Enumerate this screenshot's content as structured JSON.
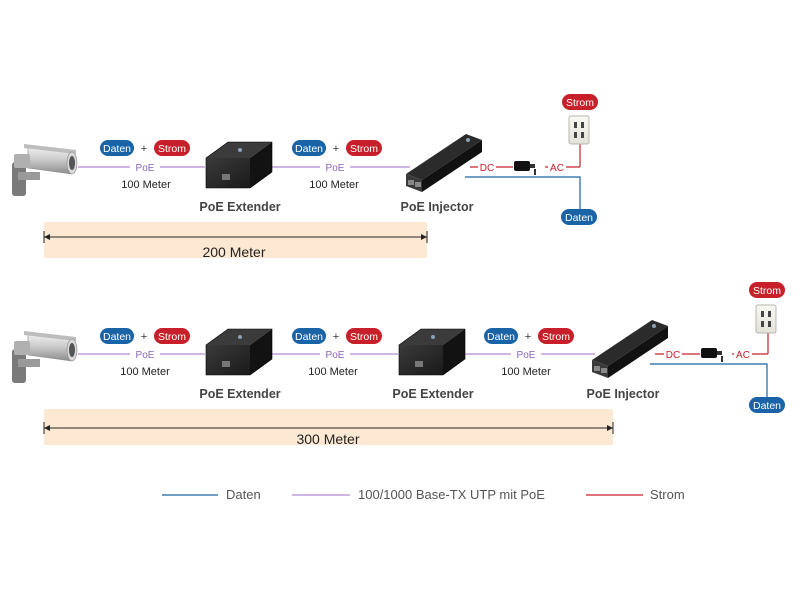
{
  "colors": {
    "data": "#1a63a6",
    "power": "#c8202a",
    "poe": "#b48ad0",
    "bar": "#fde9d3"
  },
  "labels": {
    "daten": "Daten",
    "strom": "Strom",
    "plus": "+",
    "poe": "PoE",
    "meter100": "100 Meter",
    "extender": "PoE Extender",
    "injector": "PoE Injector",
    "dc": "DC",
    "ac": "AC"
  },
  "diagram1": {
    "distance": "200 Meter"
  },
  "diagram2": {
    "distance": "300 Meter"
  },
  "legend": [
    {
      "label": "Daten",
      "color": "#1a63a6"
    },
    {
      "label": "100/1000 Base-TX UTP mit PoE",
      "color": "#b48ad0"
    },
    {
      "label": "Strom",
      "color": "#c8202a"
    }
  ],
  "icons": [
    "camera-icon",
    "extender-icon",
    "injector-icon",
    "wall-outlet-icon",
    "power-adapter-icon"
  ]
}
